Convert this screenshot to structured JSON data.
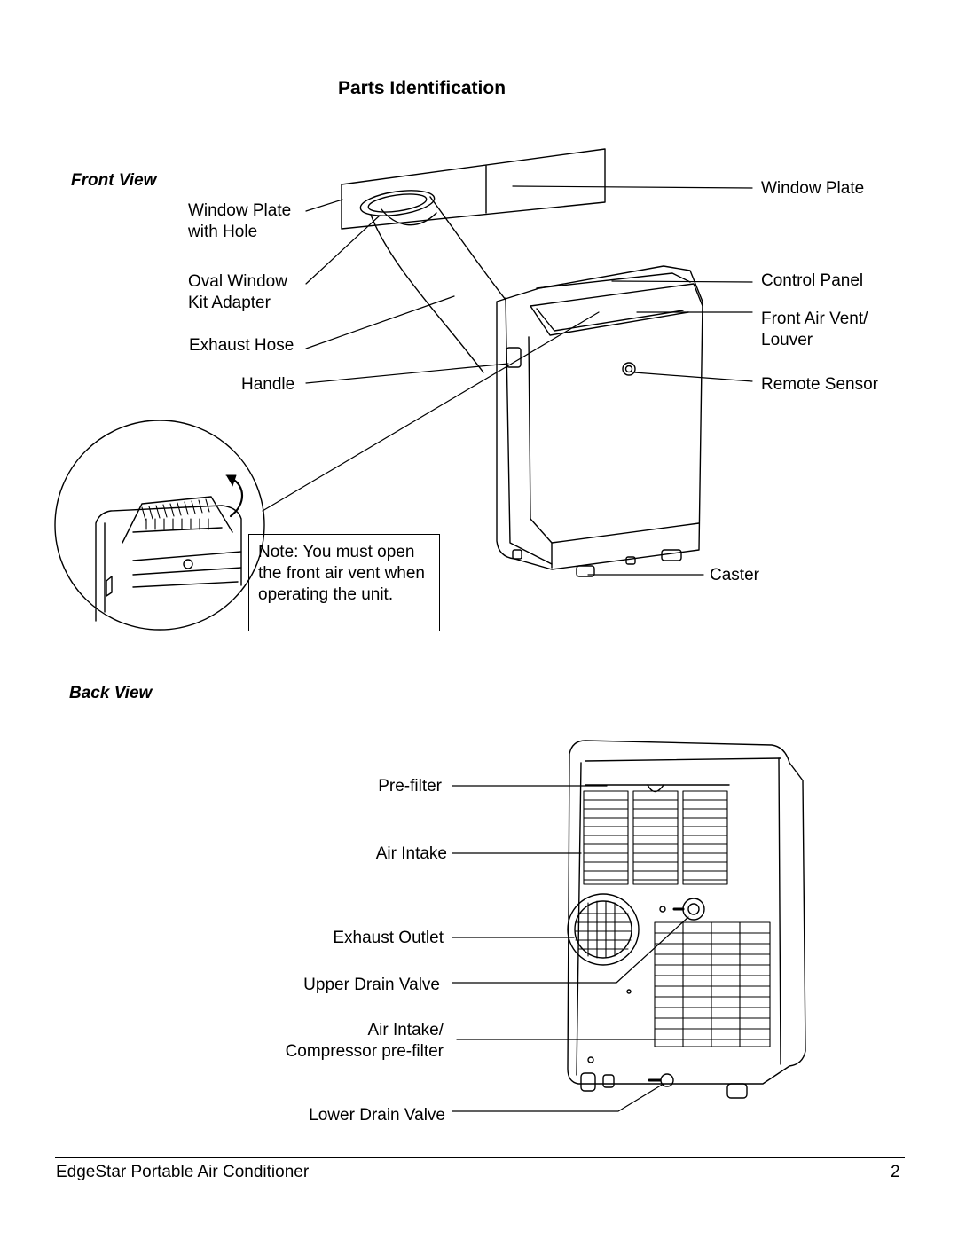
{
  "title": "Parts Identification",
  "front_view": {
    "heading": "Front View",
    "left_labels": [
      "Window Plate\nwith Hole",
      "Oval Window\nKit Adapter",
      "Exhaust Hose",
      "Handle"
    ],
    "right_labels": [
      "Window Plate",
      "Control Panel",
      "Front Air Vent/\nLouver",
      "Remote Sensor",
      "Caster"
    ],
    "note": "Note: You must open the front air vent when operating the unit."
  },
  "back_view": {
    "heading": "Back View",
    "labels": [
      "Pre-filter",
      "Air Intake",
      "Exhaust Outlet",
      "Upper Drain Valve",
      "Air Intake/\nCompressor pre-filter",
      "Lower Drain Valve"
    ]
  },
  "footer": {
    "text": "EdgeStar Portable Air Conditioner",
    "page": "2"
  }
}
